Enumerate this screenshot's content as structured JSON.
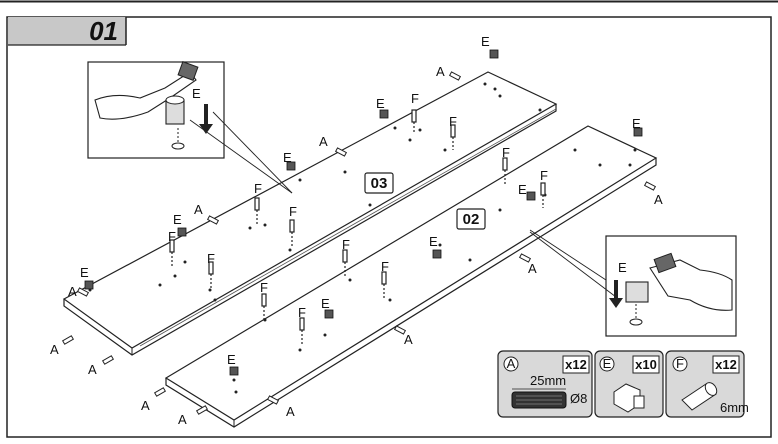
{
  "step": {
    "number": "01"
  },
  "panels": [
    {
      "label": "03"
    },
    {
      "label": "02"
    }
  ],
  "part_labels": {
    "A": "A",
    "E": "E",
    "F": "F"
  },
  "inset_labels": {
    "left": "E",
    "right": "E"
  },
  "legend": [
    {
      "letter": "A",
      "qty": "x12",
      "dim_length": "25mm",
      "dim_diameter": "Ø8"
    },
    {
      "letter": "E",
      "qty": "x10"
    },
    {
      "letter": "F",
      "qty": "x12",
      "dim": "6mm"
    }
  ],
  "colors": {
    "header_bar": "#c8c8c8",
    "panel_fill": "#ffffff",
    "legend_bg": "#d9d9d9",
    "line": "#222222"
  }
}
